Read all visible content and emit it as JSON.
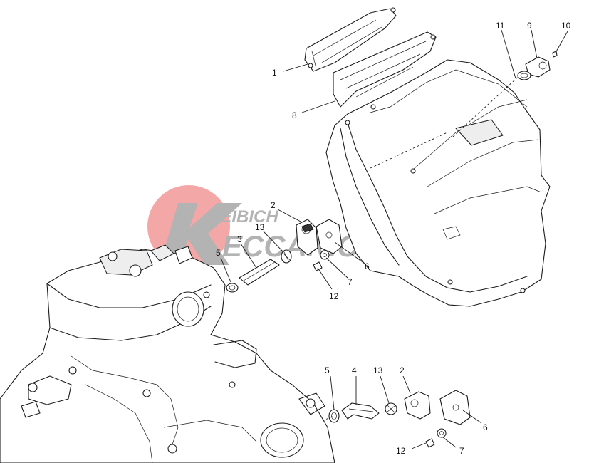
{
  "callouts": {
    "c1": "1",
    "c2a": "2",
    "c2b": "2",
    "c3": "3",
    "c4": "4",
    "c5a": "5",
    "c5b": "5",
    "c6a": "6",
    "c6b": "6",
    "c7a": "7",
    "c7b": "7",
    "c8": "8",
    "c9": "9",
    "c10": "10",
    "c11": "11",
    "c12a": "12",
    "c12b": "12",
    "c13a": "13",
    "c13b": "13"
  },
  "watermark": {
    "line1": "REIBICH",
    "line2": "ECCANICA",
    "circle_color": "#f08a8a",
    "letter_k_color": "#9a9a9a"
  }
}
